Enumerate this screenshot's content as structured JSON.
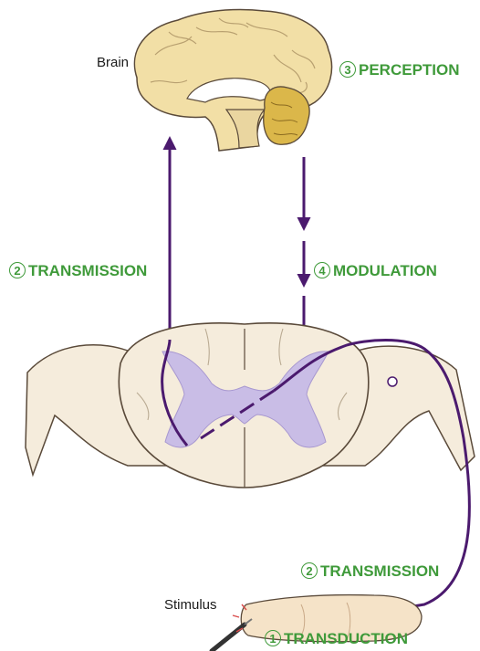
{
  "labels": {
    "brain": "Brain",
    "stimulus": "Stimulus"
  },
  "steps": [
    {
      "number": "3",
      "label": "PERCEPTION"
    },
    {
      "number": "2",
      "label": "TRANSMISSION"
    },
    {
      "number": "4",
      "label": "MODULATION"
    },
    {
      "number": "2",
      "label": "TRANSMISSION"
    },
    {
      "number": "1",
      "label": "TRANSDUCTION"
    }
  ],
  "colors": {
    "pathway": "#4b1a6e",
    "step_label": "#3f9a3a",
    "brain_fill": "#f2dfa6",
    "cerebellum_fill": "#dbb74a",
    "tissue_fill": "#f5ecdc",
    "gray_matter": "#c9bde6",
    "outline": "#5a4a3a"
  }
}
